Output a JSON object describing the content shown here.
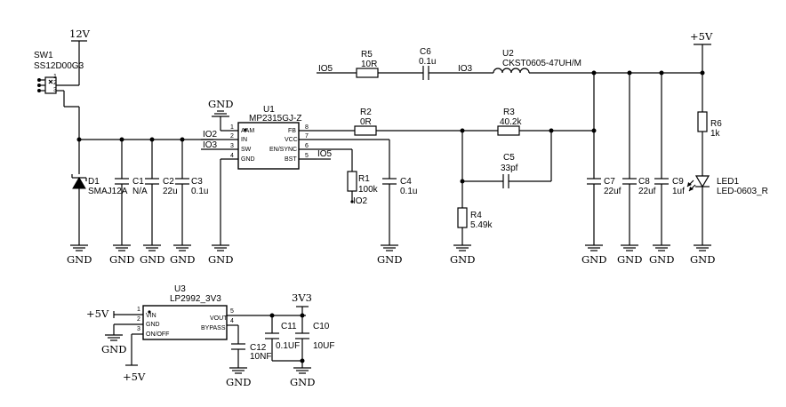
{
  "nets": {
    "v12": "12V",
    "v5": "+5V",
    "v3v3": "3V3",
    "gnd": "GND",
    "io2": "IO2",
    "io3": "IO3",
    "io5": "IO5"
  },
  "components": {
    "sw1": {
      "ref": "SW1",
      "value": "SS12D00G3"
    },
    "d1": {
      "ref": "D1",
      "value": "SMAJ12A"
    },
    "c1": {
      "ref": "C1",
      "value": "N/A"
    },
    "c2": {
      "ref": "C2",
      "value": "22u"
    },
    "c3": {
      "ref": "C3",
      "value": "0.1u"
    },
    "u1": {
      "ref": "U1",
      "value": "MP2315GJ-Z"
    },
    "r1": {
      "ref": "R1",
      "value": "100k"
    },
    "c4": {
      "ref": "C4",
      "value": "0.1u"
    },
    "r5": {
      "ref": "R5",
      "value": "10R"
    },
    "c6": {
      "ref": "C6",
      "value": "0.1u"
    },
    "u2": {
      "ref": "U2",
      "value": "CKST0605-47UH/M"
    },
    "r2": {
      "ref": "R2",
      "value": "0R"
    },
    "r3": {
      "ref": "R3",
      "value": "40.2k"
    },
    "c5": {
      "ref": "C5",
      "value": "33pf"
    },
    "r4": {
      "ref": "R4",
      "value": "5.49k"
    },
    "c7": {
      "ref": "C7",
      "value": "22uf"
    },
    "c8": {
      "ref": "C8",
      "value": "22uf"
    },
    "c9": {
      "ref": "C9",
      "value": "1uf"
    },
    "r6": {
      "ref": "R6",
      "value": "1k"
    },
    "led1": {
      "ref": "LED1",
      "value": "LED-0603_R"
    },
    "u3": {
      "ref": "U3",
      "value": "LP2992_3V3"
    },
    "c12": {
      "ref": "C12",
      "value": "10NF"
    },
    "c11": {
      "ref": "C11",
      "value": "0.1UF"
    },
    "c10": {
      "ref": "C10",
      "value": "10UF"
    }
  },
  "u1_pins": {
    "left": [
      {
        "num": "1",
        "name": "AAM"
      },
      {
        "num": "2",
        "name": "IN"
      },
      {
        "num": "3",
        "name": "SW"
      },
      {
        "num": "4",
        "name": "GND"
      }
    ],
    "right": [
      {
        "num": "8",
        "name": "FB"
      },
      {
        "num": "7",
        "name": "VCC"
      },
      {
        "num": "6",
        "name": "EN/SYNC"
      },
      {
        "num": "5",
        "name": "BST"
      }
    ]
  },
  "u3_pins": {
    "left": [
      {
        "num": "1",
        "name": "VIN"
      },
      {
        "num": "2",
        "name": "GND"
      },
      {
        "num": "3",
        "name": "ON/OFF"
      }
    ],
    "right": [
      {
        "num": "5",
        "name": "VOUT"
      },
      {
        "num": "4",
        "name": "BYPASS"
      }
    ]
  },
  "sw1_pins": [
    "1",
    "2",
    "3"
  ]
}
